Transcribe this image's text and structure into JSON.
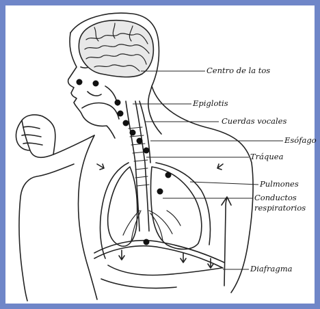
{
  "diagram": {
    "labels": {
      "centro_tos": "Centro de la tos",
      "epiglotis": "Epiglotis",
      "cuerdas_vocales": "Cuerdas vocales",
      "esofago": "Esófago",
      "traquea": "Tráquea",
      "pulmones": "Pulmones",
      "conductos_line1": "Conductos",
      "conductos_line2": "respiratorios",
      "diafragma": "Diafragma"
    },
    "colors": {
      "frame": "#6f86c8",
      "background": "#ffffff",
      "ink": "#222222",
      "brain_shade": "#8a8a8a"
    }
  }
}
